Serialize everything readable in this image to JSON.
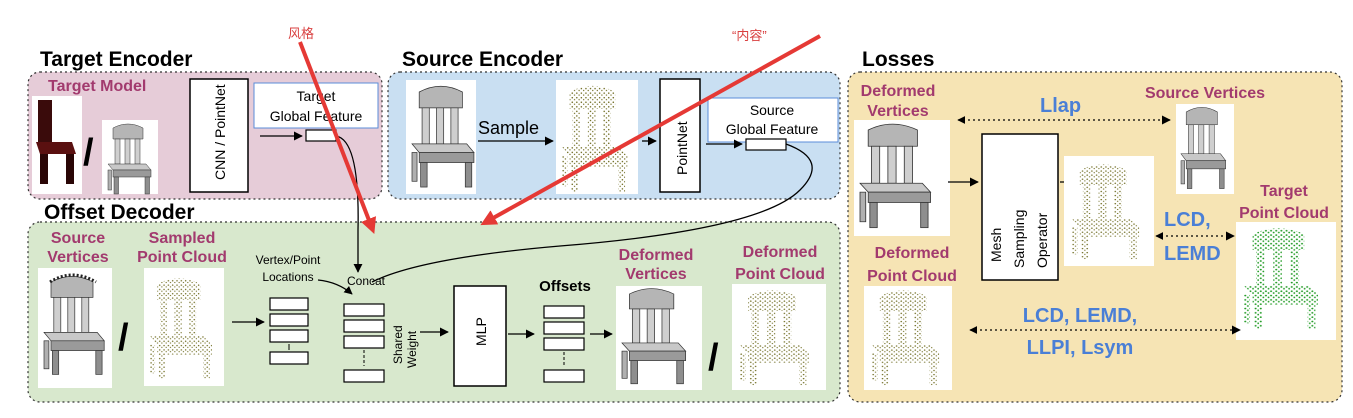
{
  "sections": {
    "target_encoder": "Target Encoder",
    "source_encoder": "Source Encoder",
    "offset_decoder": "Offset Decoder",
    "losses": "Losses"
  },
  "target_encoder": {
    "model_label": "Target Model",
    "encoder_block": "CNN / PointNet",
    "feature_line1": "Target",
    "feature_line2": "Global Feature"
  },
  "source_encoder": {
    "sample_label": "Sample",
    "encoder_block": "PointNet",
    "feature_line1": "Source",
    "feature_line2": "Global Feature"
  },
  "offset_decoder": {
    "source_vertices_line1": "Source",
    "source_vertices_line2": "Vertices",
    "sampled_cloud_line1": "Sampled",
    "sampled_cloud_line2": "Point Cloud",
    "locations_line1": "Vertex/Point",
    "locations_line2": "Locations",
    "concat": "Concat",
    "shared_weight_line1": "Shared",
    "shared_weight_line2": "Weight",
    "mlp": "MLP",
    "offsets": "Offsets",
    "deformed_vertices_line1": "Deformed",
    "deformed_vertices_line2": "Vertices",
    "deformed_cloud_line1": "Deformed",
    "deformed_cloud_line2": "Point Cloud"
  },
  "losses": {
    "deformed_vertices_line1": "Deformed",
    "deformed_vertices_line2": "Vertices",
    "l_lap": "Llap",
    "source_vertices": "Source Vertices",
    "mesh_sampling_line1": "Mesh",
    "mesh_sampling_line2": "Sampling",
    "mesh_sampling_line3": "Operator",
    "l_cd": "LCD,",
    "l_emd": "LEMD",
    "target_cloud_line1": "Target",
    "target_cloud_line2": "Point Cloud",
    "deformed_cloud_line1": "Deformed",
    "deformed_cloud_line2": "Point Cloud",
    "bottom_line1": "LCD, LEMD,",
    "bottom_line2": "LLPI, Lsym"
  },
  "annotations": {
    "style": "风格",
    "content": "“内容”"
  },
  "colors": {
    "target_bg": "#e6ccd8",
    "source_bg": "#c9dff2",
    "decoder_bg": "#d8e8cd",
    "losses_bg": "#f6e4b4",
    "maroon": "#a23a6e",
    "loss_blue": "#4a7fd6",
    "annotation_red": "#e53935",
    "olive_points": "#6d6a1e",
    "green_points": "#1f9a22"
  }
}
